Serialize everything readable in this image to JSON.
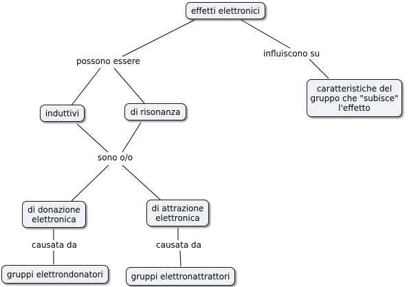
{
  "concept_map": {
    "nodes": {
      "root": "effetti elettronici",
      "induttivi": "induttivi",
      "risonanza": "di risonanza",
      "caratteristiche": "caratteristiche del\ngruppo che \"subisce\"\nl'effetto",
      "donazione": "di donazione\nelettronica",
      "attrazione": "di attrazione\nelettronica",
      "elettrondonatori": "gruppi elettrondonatori",
      "elettronattrattori": "gruppi elettronattrattori"
    },
    "links": {
      "possono_essere": "possono essere",
      "influiscono_su": "influiscono su",
      "sono_o": "sono o/o",
      "causata_da_1": "causata da",
      "causata_da_2": "causata da"
    }
  }
}
